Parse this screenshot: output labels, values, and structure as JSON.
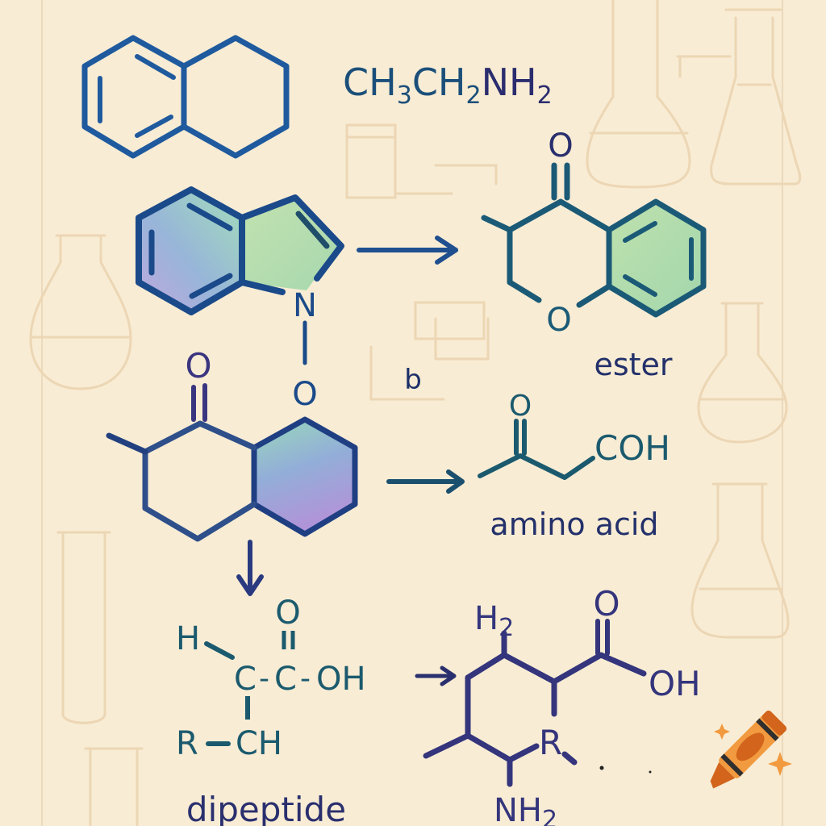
{
  "colors": {
    "paper": "#f8ecd4",
    "sketch": "#ead6b6",
    "ink_blue": "#1f4f8f",
    "ink_teal": "#1b5c6e",
    "ink_navy": "#2a2f6e",
    "ink_purple": "#3b3580",
    "fill_green": "#8fd6b0",
    "fill_blue": "#7fa8d8",
    "fill_purple": "#a88ad6",
    "crayon_orange": "#f29a3f",
    "crayon_dark": "#d2641c",
    "crayon_band": "#2f2f2f"
  },
  "formulas": {
    "ethylamine": {
      "c1": "CH",
      "s1": "3",
      "c2": "CH",
      "s2": "2",
      "c3": "NH",
      "s3": "2"
    }
  },
  "structures": {
    "tetralin": {
      "label": ""
    },
    "indole_n_oxide": {
      "n": "N",
      "o": "O"
    },
    "chromanone": {
      "carbonyl_o": "O",
      "ring_o": "O"
    },
    "tetralone": {
      "carbonyl_o": "O"
    },
    "keto_acid": {
      "carbonyl_o": "O",
      "group": "COH"
    },
    "alpha_amino": {
      "h": "H",
      "c1": "C",
      "c2": "C",
      "o": "O",
      "oh": "OH",
      "r": "R",
      "ch": "CH",
      "dash1": "-",
      "dash2": "-",
      "dash3": "—"
    },
    "ring_acid": {
      "h2_h": "H",
      "h2_sub": "2",
      "o": "O",
      "oh": "OH",
      "r": "R",
      "nh2_n": "NH",
      "nh2_sub": "2"
    }
  },
  "labels": {
    "b": "b",
    "ester": "ester",
    "amino_acid": "amino acid",
    "dipeptide": "dipeptide"
  },
  "decorations": {
    "crayon": "crayon-icon",
    "sparkles": [
      "sparkle-icon-small",
      "sparkle-icon-large"
    ],
    "background_glassware": [
      "round-flask",
      "erlenmeyer-flask",
      "beaker",
      "test-tube"
    ]
  }
}
